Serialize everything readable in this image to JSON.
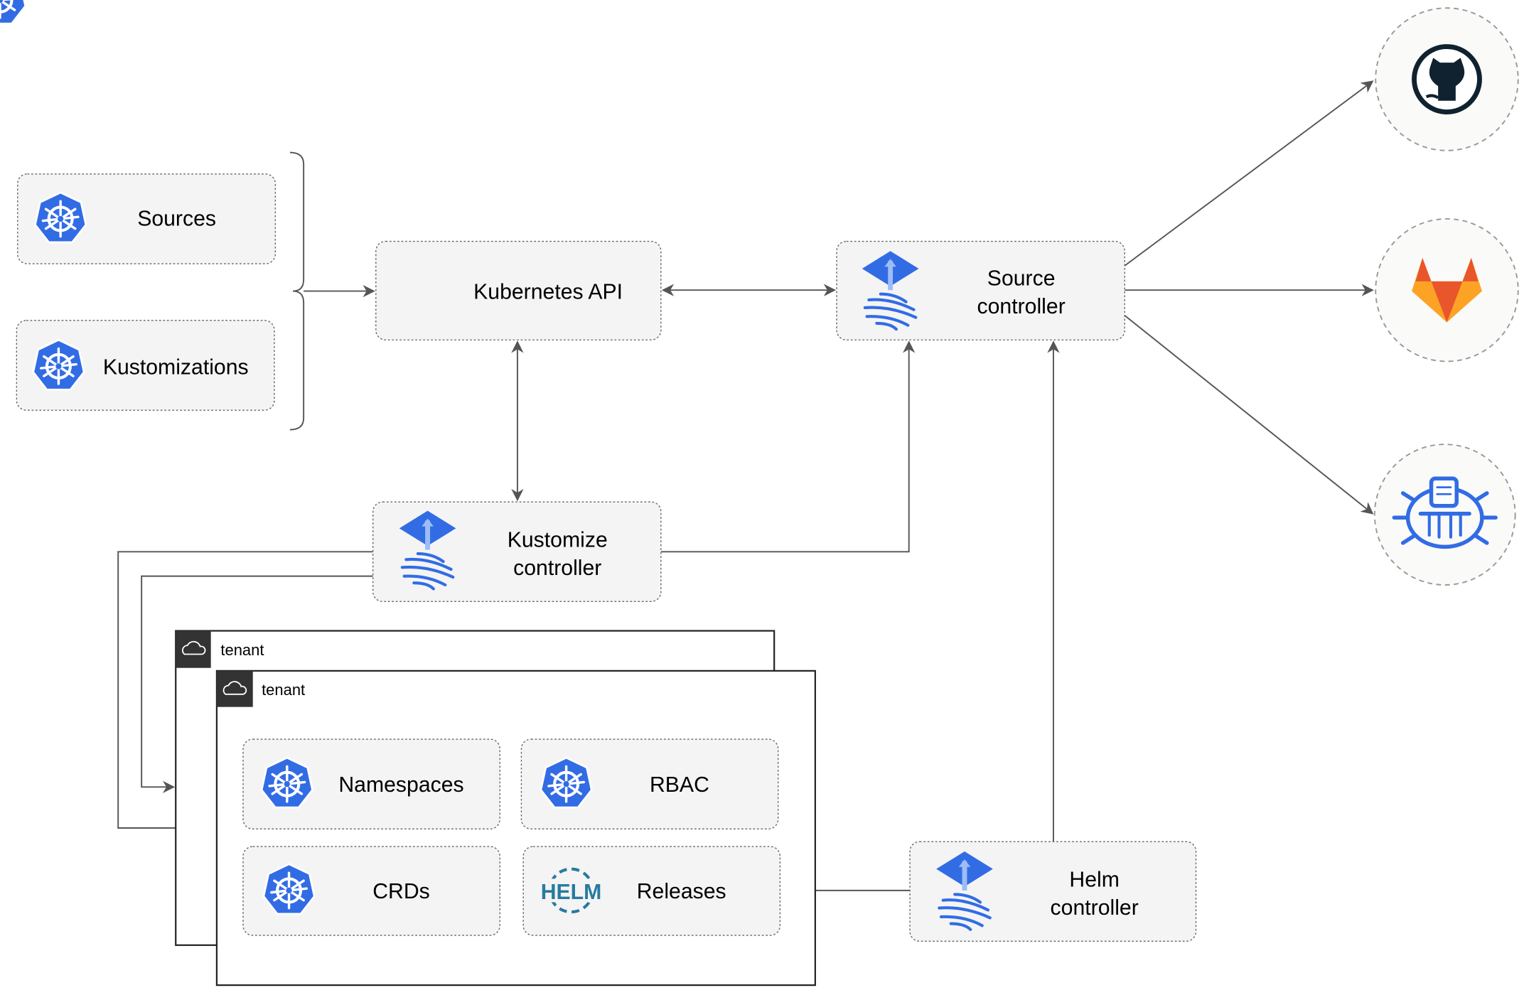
{
  "resources": {
    "sources": "Sources",
    "kustomizations": "Kustomizations"
  },
  "kubernetes_api": "Kubernetes API",
  "source_controller": {
    "line1": "Source",
    "line2": "controller"
  },
  "kustomize_controller": {
    "line1": "Kustomize",
    "line2": "controller"
  },
  "helm_controller": {
    "line1": "Helm",
    "line2": "controller"
  },
  "tenants": [
    {
      "label": "tenant"
    },
    {
      "label": "tenant"
    }
  ],
  "tenant_resources": {
    "namespaces": "Namespaces",
    "rbac": "RBAC",
    "crds": "CRDs",
    "releases": "Releases"
  },
  "helm_logo_text": "HELM",
  "external_sources": [
    "github-icon",
    "gitlab-icon",
    "bucket-icon"
  ],
  "colors": {
    "kubernetes_blue": "#326ce5",
    "github": "#10222f",
    "gitlab_red": "#e9562b",
    "gitlab_orange": "#fca326",
    "helm": "#277a9f"
  }
}
